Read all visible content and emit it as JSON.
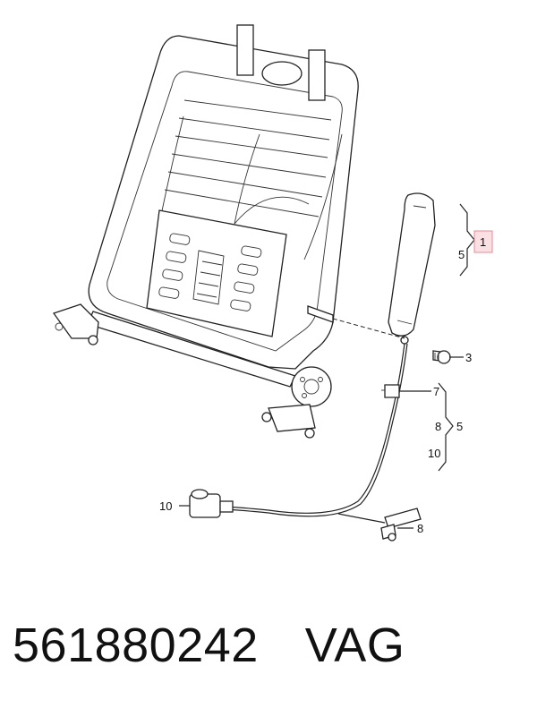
{
  "callouts": {
    "c1": "1",
    "c1_sub": "5",
    "c3": "3",
    "c7": "7",
    "c5": "5",
    "c8a": "8",
    "c10a": "10",
    "c10b": "10",
    "c8b": "8"
  },
  "colors": {
    "highlight_fill": "#fbe0e3",
    "highlight_stroke": "#e98a97",
    "line": "#222222"
  },
  "footer": {
    "part_number": "561880242",
    "brand": "VAG"
  }
}
